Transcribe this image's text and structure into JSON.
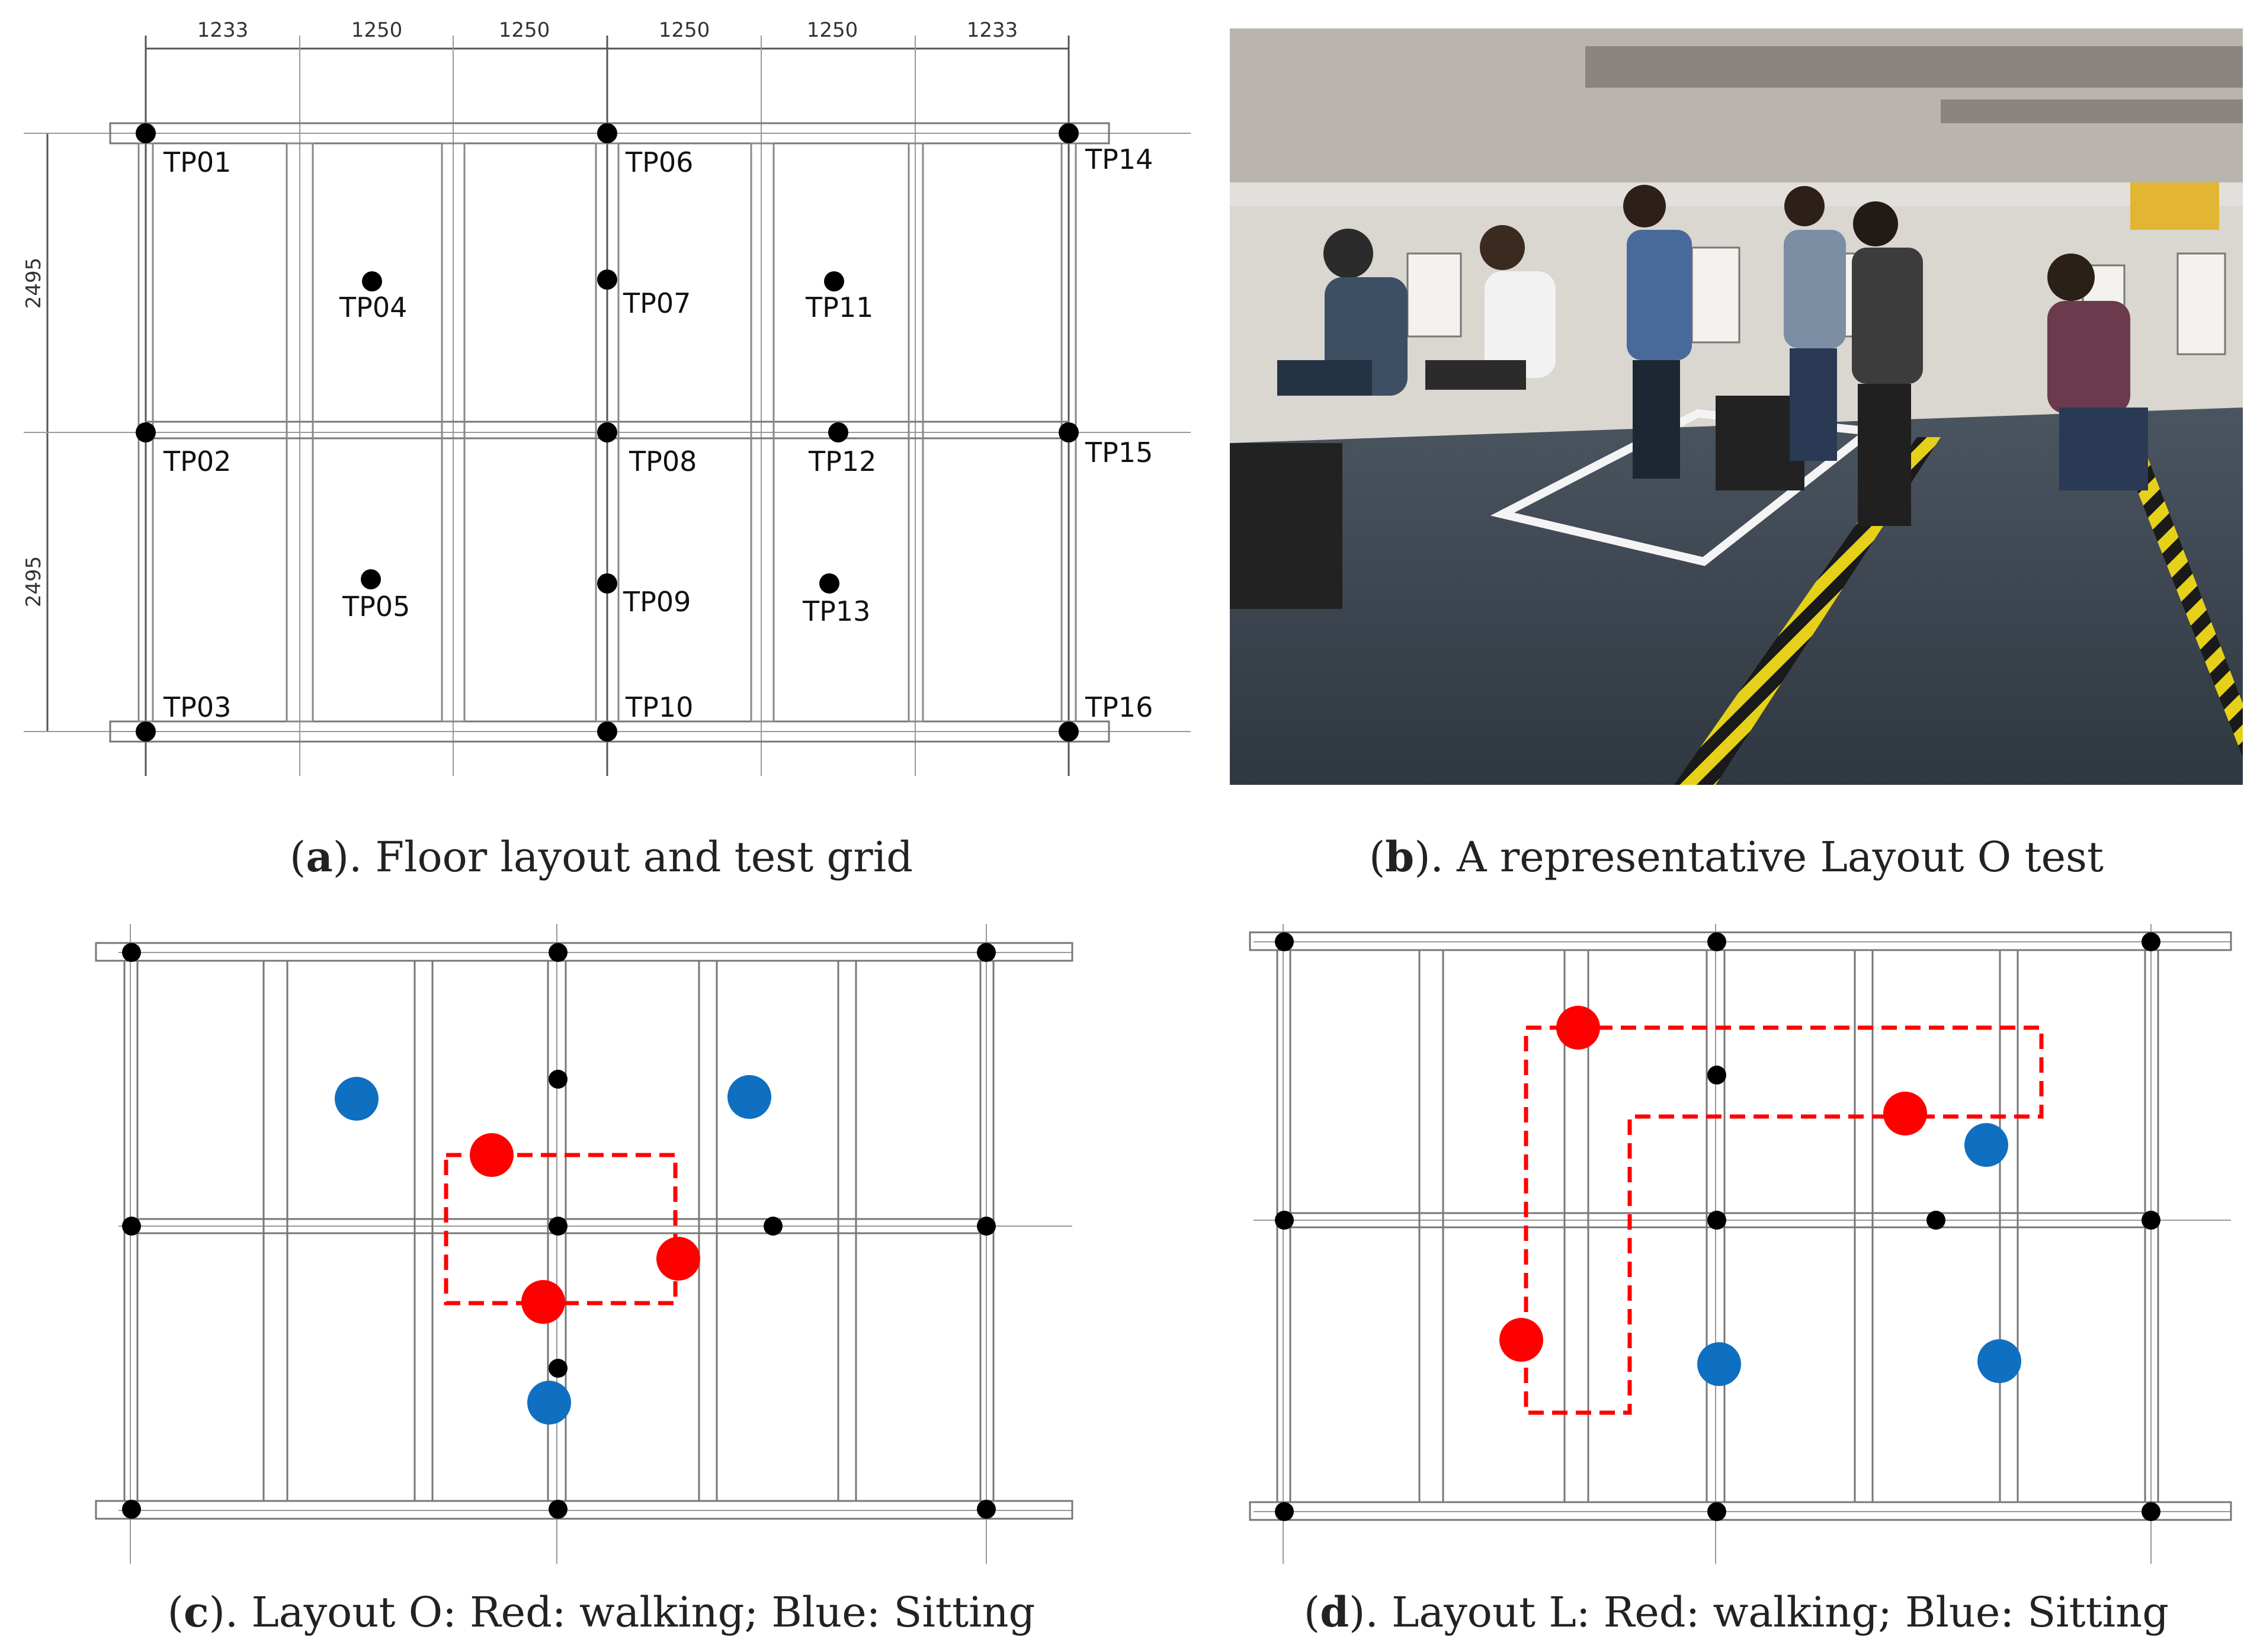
{
  "panel_a": {
    "dimensions_top": [
      "1233",
      "1250",
      "1250",
      "1250",
      "1250",
      "1233"
    ],
    "dimensions_left": [
      "2495",
      "2495"
    ],
    "grid_points": [
      {
        "label": "TP01"
      },
      {
        "label": "TP02"
      },
      {
        "label": "TP03"
      },
      {
        "label": "TP04"
      },
      {
        "label": "TP05"
      },
      {
        "label": "TP06"
      },
      {
        "label": "TP07"
      },
      {
        "label": "TP08"
      },
      {
        "label": "TP09"
      },
      {
        "label": "TP10"
      },
      {
        "label": "TP11"
      },
      {
        "label": "TP12"
      },
      {
        "label": "TP13"
      },
      {
        "label": "TP14"
      },
      {
        "label": "TP15"
      },
      {
        "label": "TP16"
      }
    ]
  },
  "captions": {
    "a": {
      "letter": "a",
      "text": "). Floor layout and test grid"
    },
    "b": {
      "letter": "b",
      "text": "). A representative Layout O test"
    },
    "c": {
      "letter": "c",
      "text": "). Layout O: Red: walking; Blue: Sitting"
    },
    "d": {
      "letter": "d",
      "text": "). Layout L: Red: walking; Blue: Sitting"
    }
  },
  "colors": {
    "walking": "#ff0000",
    "sitting": "#0f6fc0",
    "test_point": "#000000",
    "grid_line": "#9a9a9a"
  }
}
